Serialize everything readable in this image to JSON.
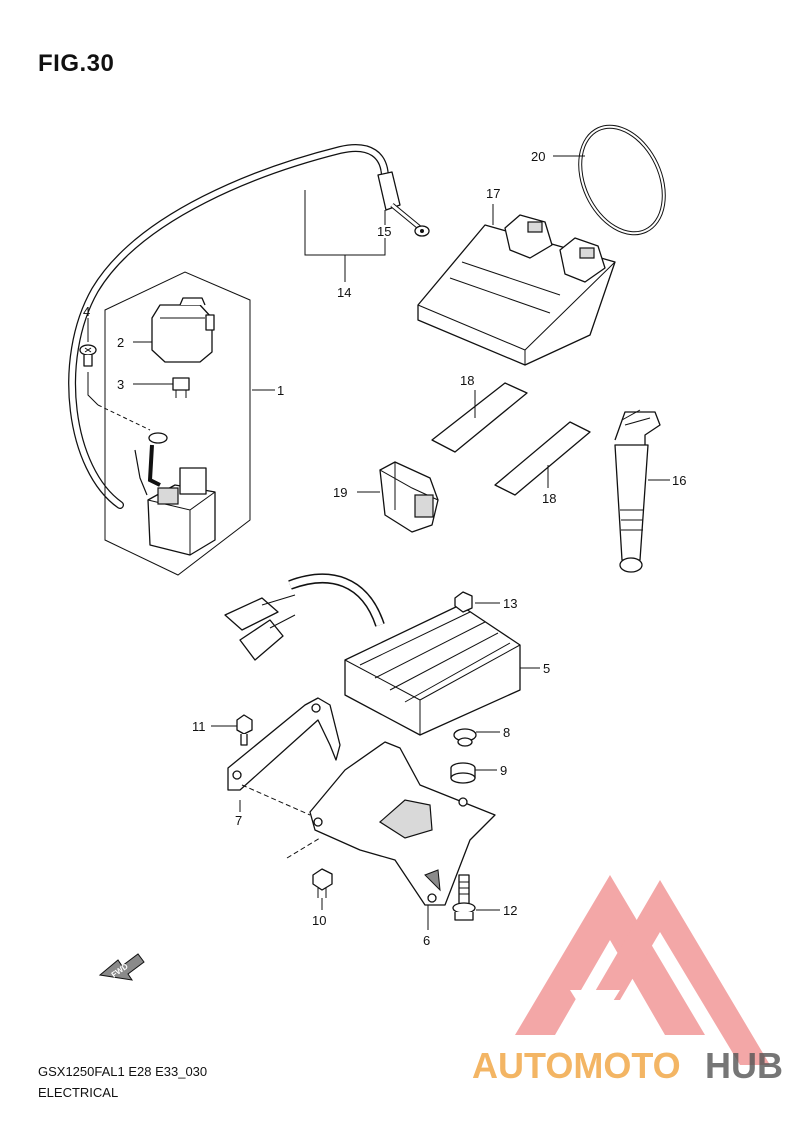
{
  "figure": {
    "title": "FIG.30",
    "footer_model_code": "GSX1250FAL1 E28 E33_030",
    "footer_section": "ELECTRICAL",
    "fwd_arrow_label": "FWD"
  },
  "callouts": [
    {
      "id": "c1",
      "label": "1"
    },
    {
      "id": "c2",
      "label": "2"
    },
    {
      "id": "c3",
      "label": "3"
    },
    {
      "id": "c4",
      "label": "4"
    },
    {
      "id": "c5",
      "label": "5"
    },
    {
      "id": "c6",
      "label": "6"
    },
    {
      "id": "c7",
      "label": "7"
    },
    {
      "id": "c8",
      "label": "8"
    },
    {
      "id": "c9",
      "label": "9"
    },
    {
      "id": "c10",
      "label": "10"
    },
    {
      "id": "c11",
      "label": "11"
    },
    {
      "id": "c12",
      "label": "12"
    },
    {
      "id": "c13",
      "label": "13"
    },
    {
      "id": "c14",
      "label": "14"
    },
    {
      "id": "c15",
      "label": "15"
    },
    {
      "id": "c16",
      "label": "16"
    },
    {
      "id": "c17",
      "label": "17"
    },
    {
      "id": "c18a",
      "label": "18"
    },
    {
      "id": "c18b",
      "label": "18"
    },
    {
      "id": "c19",
      "label": "19"
    },
    {
      "id": "c20",
      "label": "20"
    }
  ],
  "watermark": {
    "brand_part1": "AUTOMOTO",
    "brand_part2": "HUB",
    "color_primary": "#f08a8a",
    "color_accent": "#f2c77a",
    "color_dark": "#666666"
  }
}
